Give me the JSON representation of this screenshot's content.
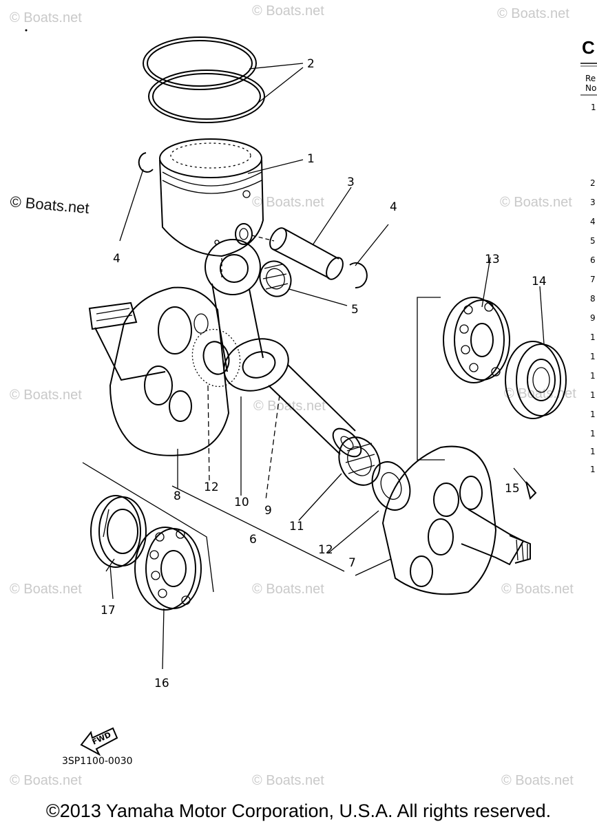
{
  "watermark": "© Boats.net",
  "sidebar": {
    "header_letter": "C",
    "col_label_1": "Re",
    "col_label_2": "No",
    "ref_numbers": [
      "1",
      "2",
      "3",
      "4",
      "5",
      "6",
      "7",
      "8",
      "9",
      "1",
      "1",
      "1",
      "1",
      "1",
      "1",
      "1",
      "1"
    ]
  },
  "callouts": [
    "1",
    "2",
    "3",
    "4",
    "4",
    "5",
    "6",
    "7",
    "8",
    "9",
    "10",
    "11",
    "12",
    "12",
    "13",
    "14",
    "15",
    "16",
    "17"
  ],
  "fwd_label": "FWD",
  "diagram_code": "3SP1100-0030",
  "copyright": "©2013 Yamaha Motor Corporation, U.S.A. All rights reserved."
}
